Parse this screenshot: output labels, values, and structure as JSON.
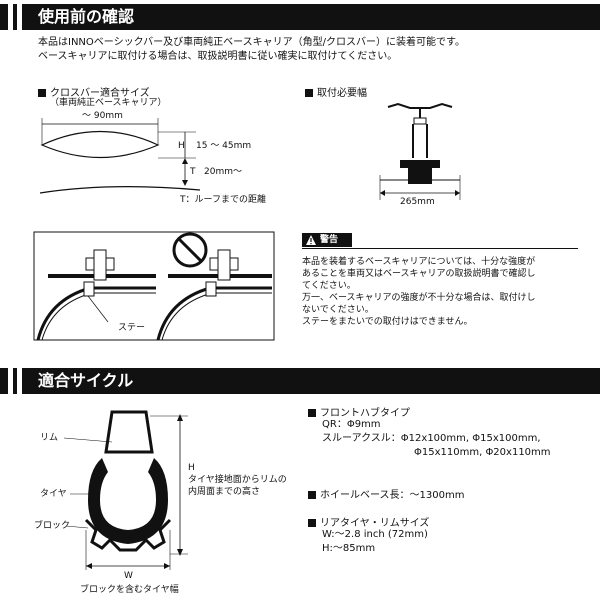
{
  "section1": {
    "title": "使用前の確認",
    "intro_line1": "本品はINNOベーシックバー及び車両純正ベースキャリア（角型/クロスバー）に装着可能です。",
    "intro_line2": "ベースキャリアに取付ける場合は、取扱説明書に従い確実に取付けてください。",
    "crossbar_heading": "クロスバー適合サイズ",
    "crossbar_subheading": "（車両純正ベースキャリア）",
    "width_label": "～ 90mm",
    "h_label": "H",
    "h_value": "15 ～ 45mm",
    "t_label": "T",
    "t_value": "20mm～",
    "t_note": "T：ルーフまでの距離",
    "mount_width_heading": "取付必要幅",
    "mount_width_value": "265mm",
    "stay_label": "ステー",
    "warning_title": "警告",
    "warning_lines": [
      "本品を装着するベースキャリアについては、十分な強度が",
      "あることを車両又はベースキャリアの取扱説明書で確認し",
      "てください。",
      "万一、ベースキャリアの強度が不十分な場合は、取付けし",
      "ないでください。",
      "ステーをまたいでの取付けはできません。"
    ]
  },
  "section2": {
    "title": "適合サイクル",
    "rim_label": "リム",
    "tire_label": "タイヤ",
    "block_label": "ブロック",
    "h_label": "H",
    "h_desc_line1": "タイヤ接地面からリムの",
    "h_desc_line2": "内周面までの高さ",
    "w_label": "W",
    "w_desc": "ブロックを含むタイヤ幅",
    "front_hub_heading": "フロントハブタイプ",
    "qr_line": "QR：Φ9mm",
    "thru_axle_line1": "スルーアクスル：Φ12x100mm, Φ15x100mm,",
    "thru_axle_line2": "Φ15x110mm, Φ20x110mm",
    "wheelbase_line": "ホイールベース長：～1300mm",
    "rear_heading": "リアタイヤ・リムサイズ",
    "rear_w_line": "W:～2.8 inch (72mm)",
    "rear_h_line": "H:～85mm"
  }
}
